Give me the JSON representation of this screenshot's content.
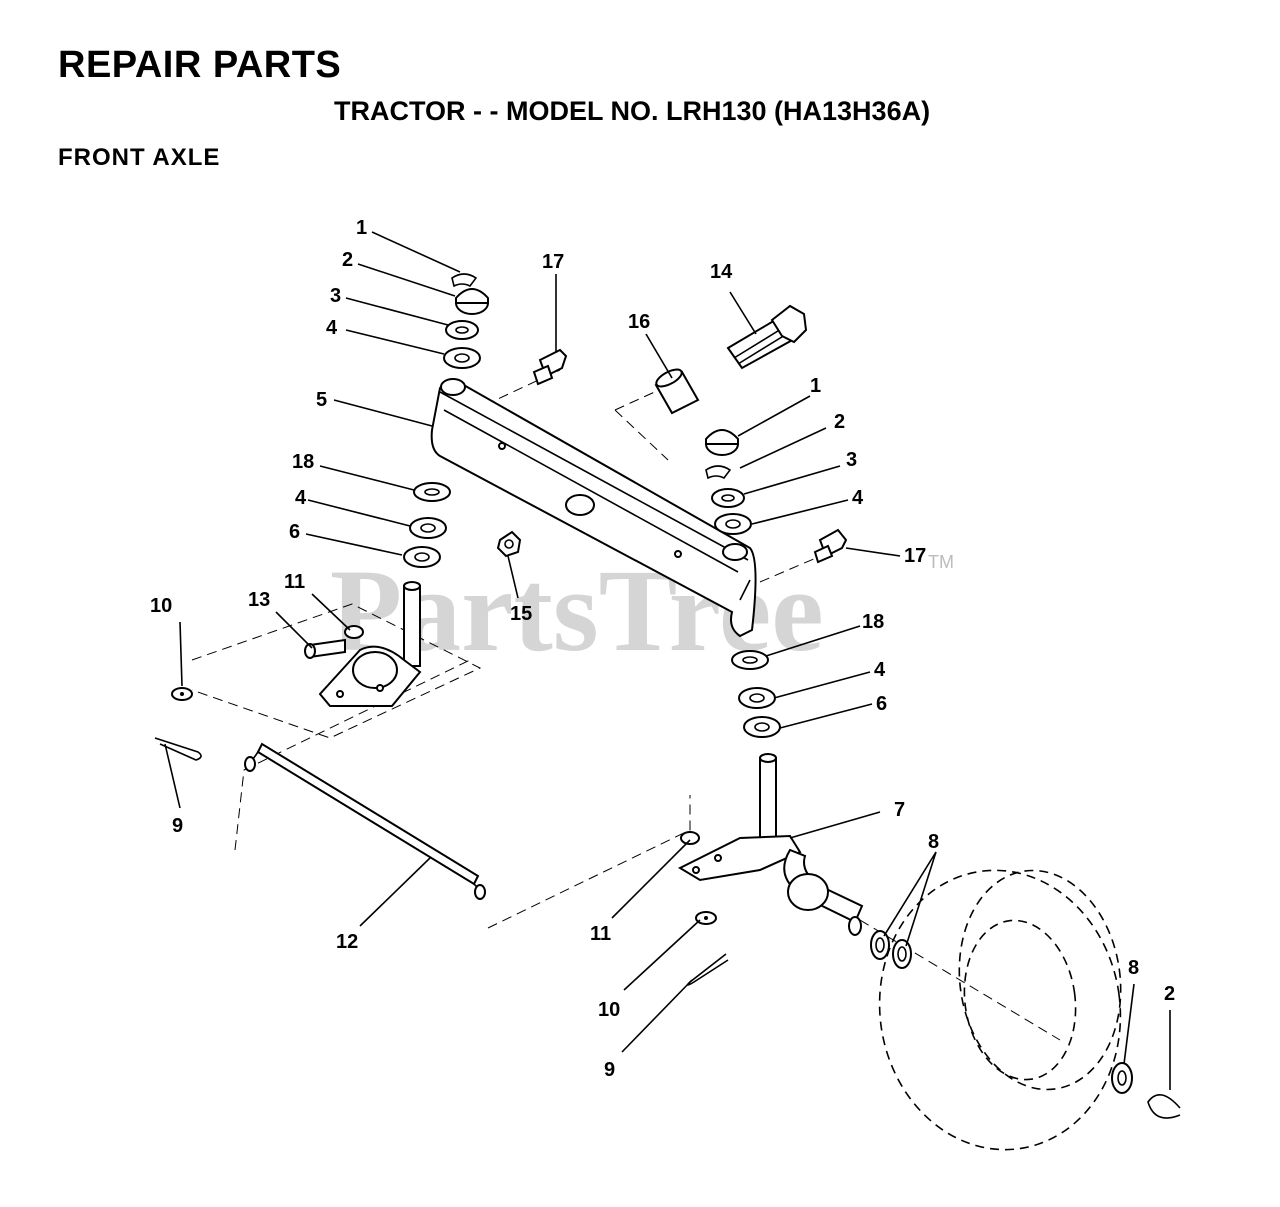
{
  "header": {
    "title": "REPAIR PARTS",
    "subtitle": "TRACTOR - - MODEL NO. LRH130 (HA13H36A)",
    "section": "FRONT AXLE"
  },
  "watermark": {
    "text": "PartsTree",
    "tm": "TM"
  },
  "callouts": [
    {
      "id": "c1a",
      "label": "1"
    },
    {
      "id": "c2a",
      "label": "2"
    },
    {
      "id": "c3a",
      "label": "3"
    },
    {
      "id": "c4a",
      "label": "4"
    },
    {
      "id": "c5",
      "label": "5"
    },
    {
      "id": "c18a",
      "label": "18"
    },
    {
      "id": "c4b",
      "label": "4"
    },
    {
      "id": "c6a",
      "label": "6"
    },
    {
      "id": "c17a",
      "label": "17"
    },
    {
      "id": "c16",
      "label": "16"
    },
    {
      "id": "c14",
      "label": "14"
    },
    {
      "id": "c1b",
      "label": "1"
    },
    {
      "id": "c2b",
      "label": "2"
    },
    {
      "id": "c3b",
      "label": "3"
    },
    {
      "id": "c4c",
      "label": "4"
    },
    {
      "id": "c17b",
      "label": "17"
    },
    {
      "id": "c15",
      "label": "15"
    },
    {
      "id": "c10a",
      "label": "10"
    },
    {
      "id": "c13",
      "label": "13"
    },
    {
      "id": "c11a",
      "label": "11"
    },
    {
      "id": "c9a",
      "label": "9"
    },
    {
      "id": "c18b",
      "label": "18"
    },
    {
      "id": "c4d",
      "label": "4"
    },
    {
      "id": "c6b",
      "label": "6"
    },
    {
      "id": "c7",
      "label": "7"
    },
    {
      "id": "c8a",
      "label": "8"
    },
    {
      "id": "c12",
      "label": "12"
    },
    {
      "id": "c11b",
      "label": "11"
    },
    {
      "id": "c10b",
      "label": "10"
    },
    {
      "id": "c9b",
      "label": "9"
    },
    {
      "id": "c8b",
      "label": "8"
    },
    {
      "id": "c2c",
      "label": "2"
    }
  ]
}
